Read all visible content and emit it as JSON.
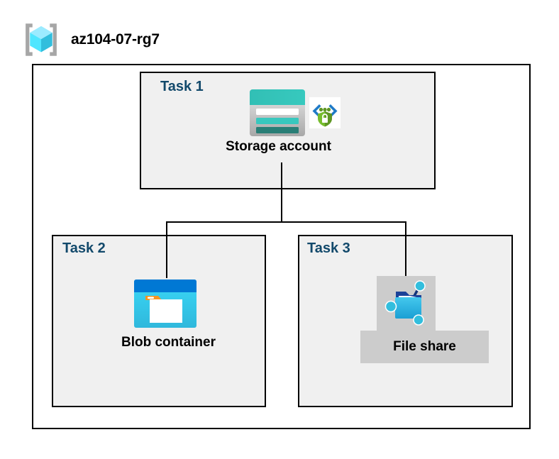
{
  "diagram": {
    "type": "azure-architecture-diagram",
    "resource_group": {
      "name": "az104-07-rg7",
      "icon": "resource-group-cube-icon"
    },
    "colors": {
      "task_label": "#12496B",
      "task_box_fill": "#F0F0F0",
      "border": "#000000",
      "canvas": "#FFFFFF",
      "highlight_plate": "#CCCCCC",
      "storage_teal": "#37C2B1",
      "storage_teal_dark": "#2E8279",
      "blob_blue": "#0078D4",
      "blob_cyan": "#32D4F5",
      "blob_orange": "#F7941E",
      "fileshare_blue": "#32BEDD",
      "endpoint_green": "#5E9624"
    },
    "tasks": [
      {
        "id": "task1",
        "label": "Task 1",
        "node_label": "Storage account",
        "icons": [
          "storage-account-icon",
          "private-endpoint-icon"
        ]
      },
      {
        "id": "task2",
        "label": "Task 2",
        "node_label": "Blob container",
        "icons": [
          "blob-container-icon"
        ]
      },
      {
        "id": "task3",
        "label": "Task 3",
        "node_label": "File share",
        "icons": [
          "file-share-icon"
        ],
        "highlighted": true
      }
    ],
    "connections": [
      {
        "from": "Storage account",
        "to": "Blob container"
      },
      {
        "from": "Storage account",
        "to": "File share"
      }
    ]
  }
}
